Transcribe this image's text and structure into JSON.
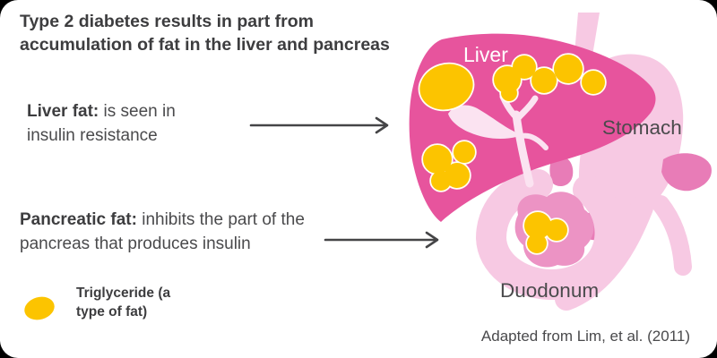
{
  "title": "Type 2 diabetes results in part from accumulation of fat in the liver and pancreas",
  "annotations": {
    "liver_fat": {
      "lead": "Liver fat:",
      "rest": "is seen in insulin resistance"
    },
    "pancreatic_fat": {
      "lead": "Pancreatic fat:",
      "rest": "inhibits the part of the pancreas that produces insulin"
    }
  },
  "legend": {
    "label": "Triglyceride (a type of fat)"
  },
  "organ_labels": {
    "liver": "Liver",
    "stomach": "Stomach",
    "duodenum": "Duodonum"
  },
  "attribution": "Adapted from Lim, et al. (2011)",
  "colors": {
    "card": "#ffffff",
    "liver": "#e7549d",
    "pancreas_head": "#ec93c4",
    "pancreas_tail": "#e87cb7",
    "stomach": "#f7c9e3",
    "ducts": "#fbe3f1",
    "triglyceride": "#fcc400",
    "text_dark": "#3d3d3f",
    "text_body": "#4a4a4c",
    "arrow": "#454547",
    "label_light": "#ffffff"
  }
}
